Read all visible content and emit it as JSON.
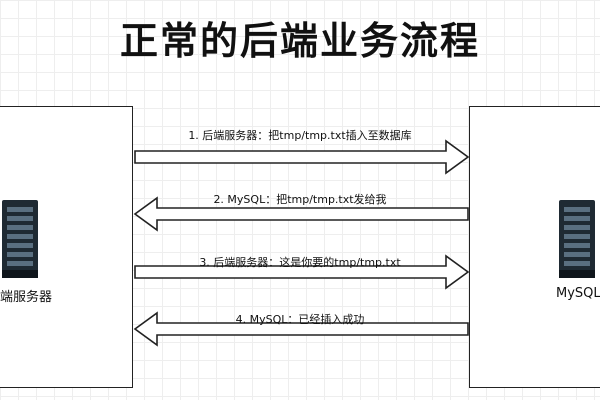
{
  "title": "正常的后端业务流程",
  "nodes": {
    "left": {
      "label": "端服务器",
      "icon": "server-icon"
    },
    "right": {
      "label": "MySQL",
      "icon": "server-icon"
    }
  },
  "messages": [
    {
      "text": "1. 后端服务器：把tmp/tmp.txt插入至数据库",
      "direction": "right"
    },
    {
      "text": "2. MySQL：把tmp/tmp.txt发给我",
      "direction": "left"
    },
    {
      "text": "3. 后端服务器：这是你要的tmp/tmp.txt",
      "direction": "right"
    },
    {
      "text": "4. MySQL：已经插入成功",
      "direction": "left"
    }
  ],
  "colors": {
    "ink": "#111111",
    "server_body": "#1f2a33",
    "server_slot": "#5a6f80",
    "grid": "#eeeeee"
  }
}
